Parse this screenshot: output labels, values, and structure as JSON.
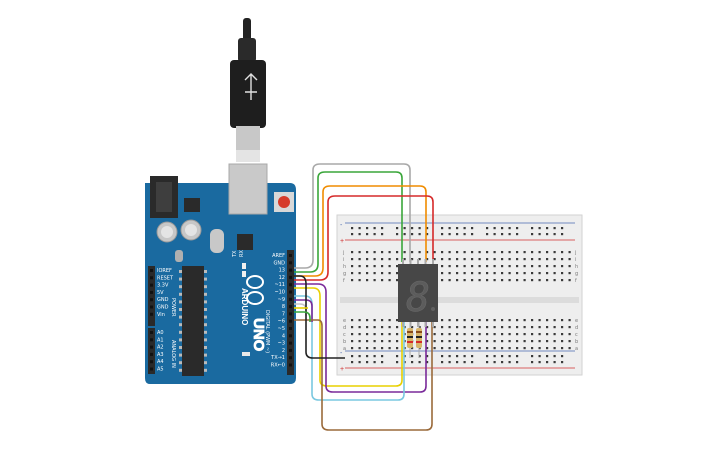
{
  "board": {
    "name": "ARDUINO",
    "model": "UNO",
    "header_power_label": "POWER",
    "header_analog_label": "ANALOG IN",
    "header_digital_label": "DIGITAL (PWM ~)",
    "tx_label": "TX",
    "rx_label": "RX",
    "digital_pins": [
      "AREF",
      "GND",
      "13",
      "12",
      "~11",
      "~10",
      "~9",
      "8",
      "7",
      "~6",
      "~5",
      "4",
      "~3",
      "2",
      "TX→1",
      "RX←0"
    ],
    "power_pins": [
      "IOREF",
      "RESET",
      "3.3V",
      "5V",
      "GND",
      "GND",
      "Vin"
    ],
    "analog_pins": [
      "A0",
      "A1",
      "A2",
      "A3",
      "A4",
      "A5"
    ]
  },
  "display": {
    "glyph": "8"
  },
  "breadboard": {
    "row_letters_top": [
      "j",
      "i",
      "h",
      "g",
      "f"
    ],
    "row_letters_bottom": [
      "e",
      "d",
      "c",
      "b",
      "a"
    ],
    "rail_minus": "-",
    "rail_plus": "+",
    "column_count": 30
  },
  "colors": {
    "board_blue": "#1a6aa0",
    "wire_gray": "#a9a9a9",
    "wire_green": "#3aa63a",
    "wire_orange": "#f08c00",
    "wire_red": "#d62a2a",
    "wire_yellow": "#e8d000",
    "wire_purple": "#7a2a9a",
    "wire_lightblue": "#7ac8e0",
    "wire_brown": "#9a6a3a",
    "wire_black": "#222222"
  }
}
